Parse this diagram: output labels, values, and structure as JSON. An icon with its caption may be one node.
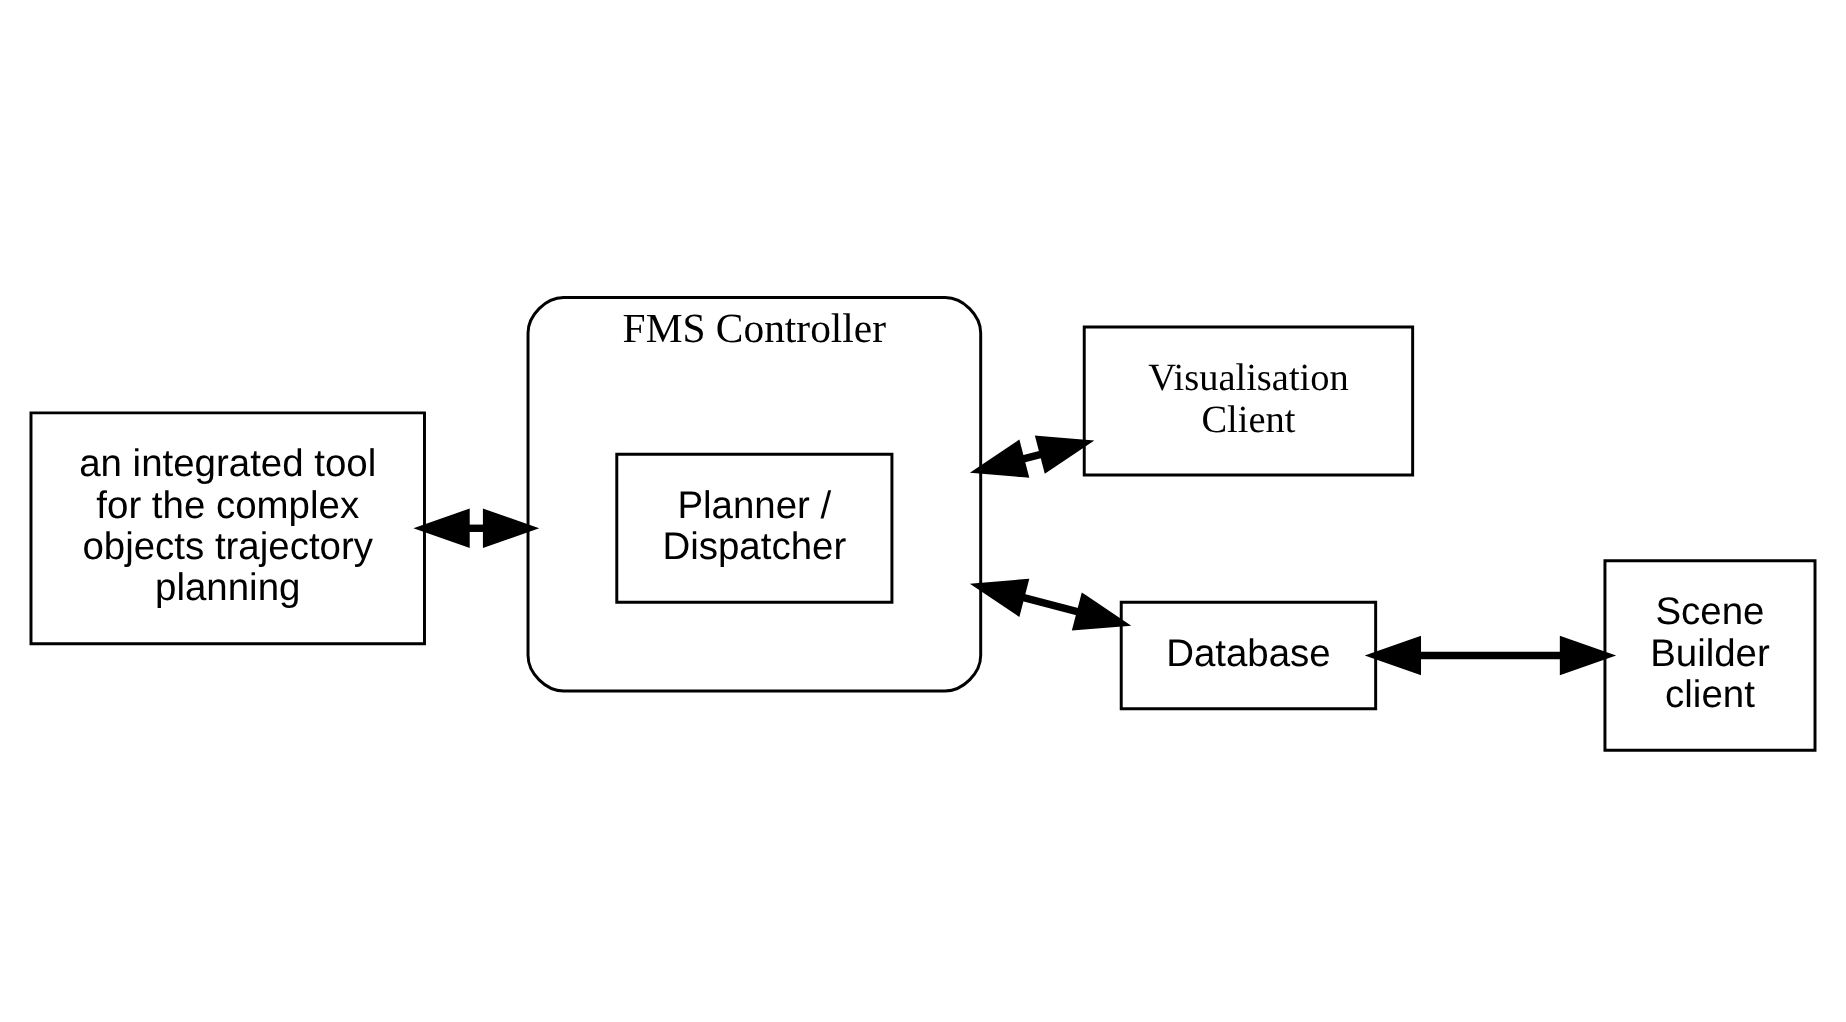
{
  "diagram": {
    "nodes": [
      {
        "text": [
          "an integrated tool for the complex objects trajectory planning"
        ]
      },
      {
        "text": [
          "FMS Controller"
        ]
      },
      {
        "text": [
          "Planner / Dispatcher"
        ],
        "in": 1
      },
      {
        "text": [
          "Visualisation Client"
        ]
      },
      {
        "text": [
          "Database"
        ]
      },
      {
        "text": [
          "Scene Builder client"
        ]
      }
    ],
    "edges": [
      {
        "from": 0,
        "to": 1,
        "arrow": "both"
      },
      {
        "from": 1,
        "to": 3,
        "arrow": "both"
      },
      {
        "from": 1,
        "to": 4,
        "arrow": "both"
      },
      {
        "from": 4,
        "to": 5,
        "arrow": "both"
      }
    ]
  }
}
